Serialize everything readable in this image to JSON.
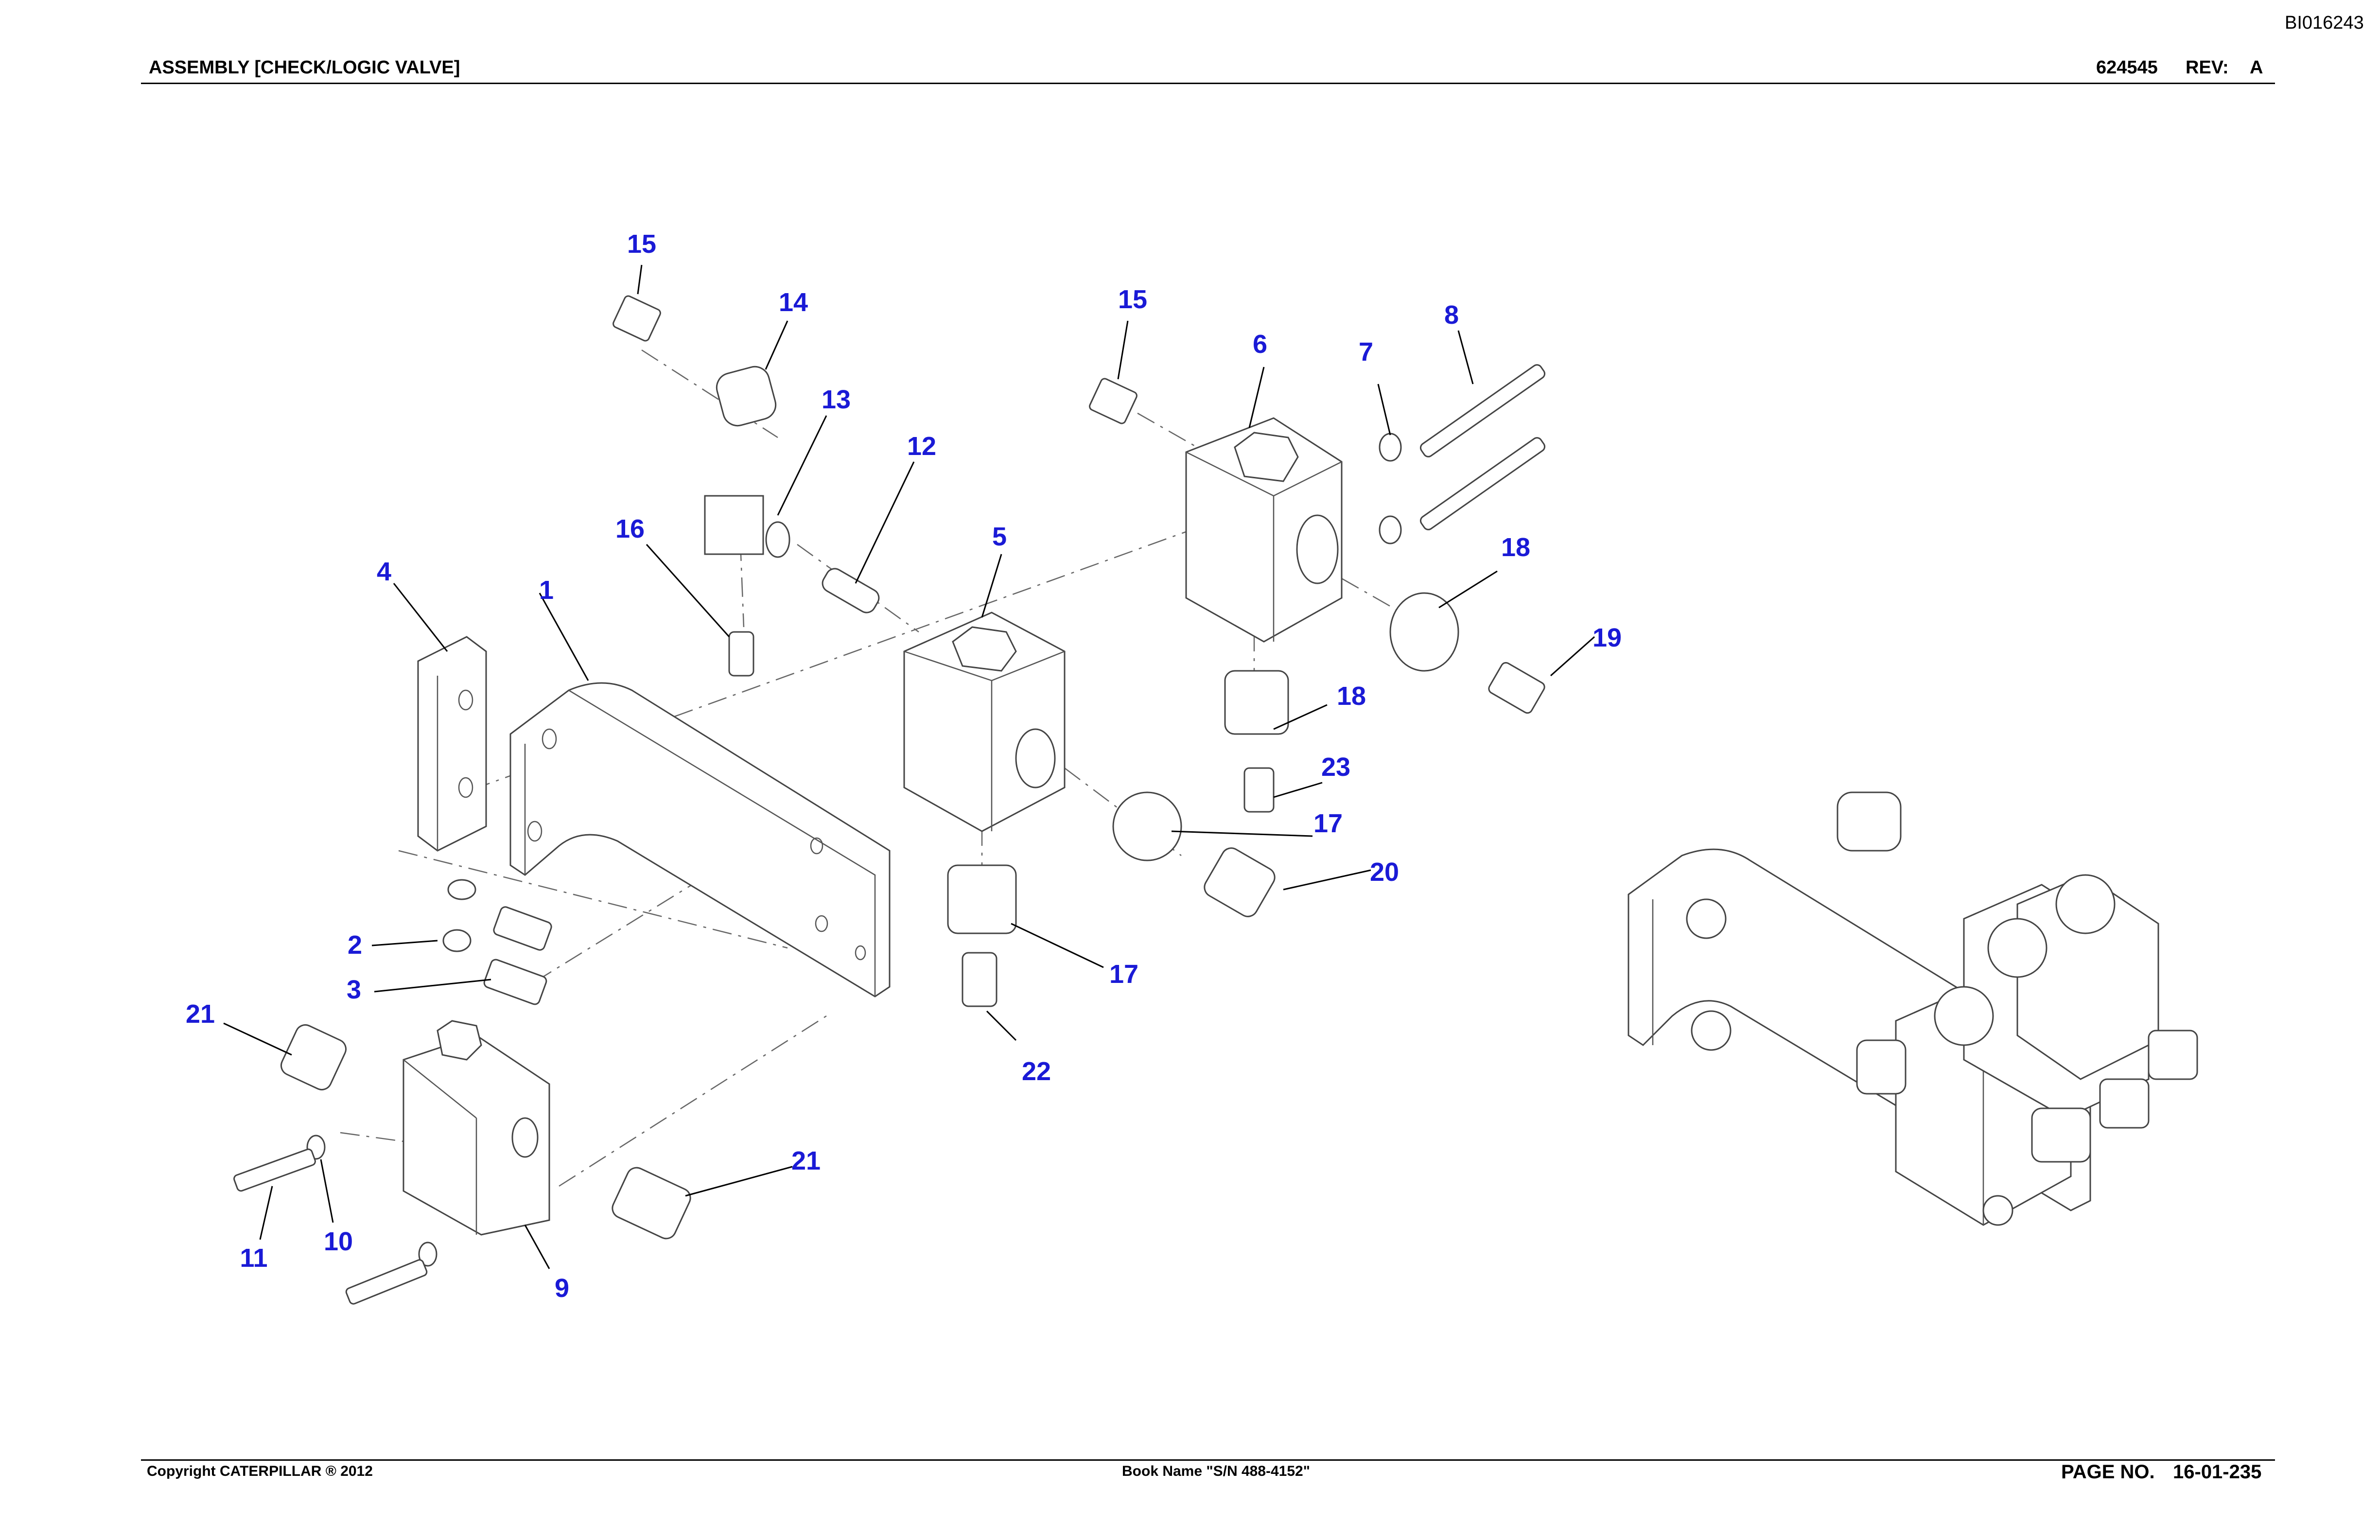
{
  "header": {
    "title": "ASSEMBLY [CHECK/LOGIC VALVE]",
    "part_number": "624545",
    "rev_label": "REV:",
    "rev_value": "A",
    "image_id": "BI016243"
  },
  "footer": {
    "copyright": "Copyright CATERPILLAR ® 2012",
    "book_name": "Book Name \"S/N 488-4152\"",
    "page_label": "PAGE NO.",
    "page_value": "16-01-235"
  },
  "callouts": [
    "1",
    "2",
    "3",
    "4",
    "5",
    "6",
    "7",
    "8",
    "9",
    "10",
    "11",
    "12",
    "13",
    "14",
    "15",
    "15",
    "16",
    "17",
    "17",
    "18",
    "18",
    "19",
    "20",
    "21",
    "21",
    "22",
    "23"
  ],
  "colors": {
    "callout": "#1a1ad6",
    "line": "#000000",
    "part_stroke": "#444444"
  }
}
